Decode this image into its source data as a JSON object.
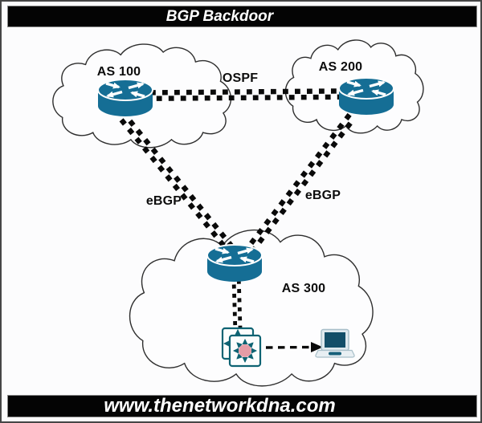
{
  "title": "BGP Backdoor",
  "footer": "www.thenetworkdna.com",
  "clouds": [
    {
      "name": "AS 100"
    },
    {
      "name": "AS 200"
    },
    {
      "name": "AS 300"
    }
  ],
  "links": {
    "ospf_label": "OSPF",
    "ebgp_left_label": "eBGP",
    "ebgp_right_label": "eBGP"
  },
  "colors": {
    "router_fill": "#156E95",
    "link_dash": "#0a0a0a",
    "switch_outline": "#0e6373",
    "switch_center": "#E59CA6",
    "laptop_screen": "#134E68",
    "bar_background": "#040404",
    "bar_text": "#ffffff"
  }
}
